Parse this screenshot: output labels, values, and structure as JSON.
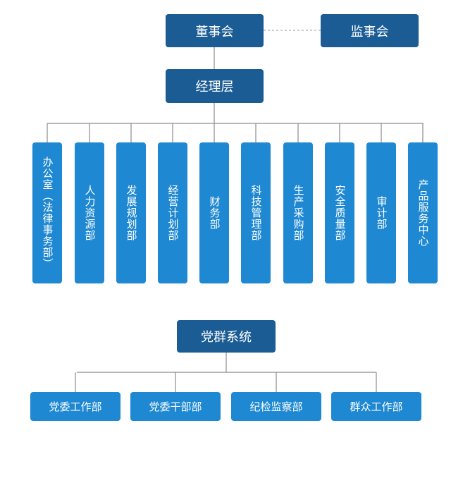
{
  "colors": {
    "dark_box": "#1b5c94",
    "light_box": "#1e88d2",
    "line": "#8c8c8c"
  },
  "board": "董事会",
  "supervisors": "监事会",
  "management": "经理层",
  "departments": [
    "办公室（法律事务部）",
    "人力资源部",
    "发展规划部",
    "经营计划部",
    "财务部",
    "科技管理部",
    "生产采购部",
    "安全质量部",
    "审计部",
    "产品服务中心"
  ],
  "party_system": "党群系统",
  "party_departments": [
    "党委工作部",
    "党委干部部",
    "纪检监察部",
    "群众工作部"
  ]
}
